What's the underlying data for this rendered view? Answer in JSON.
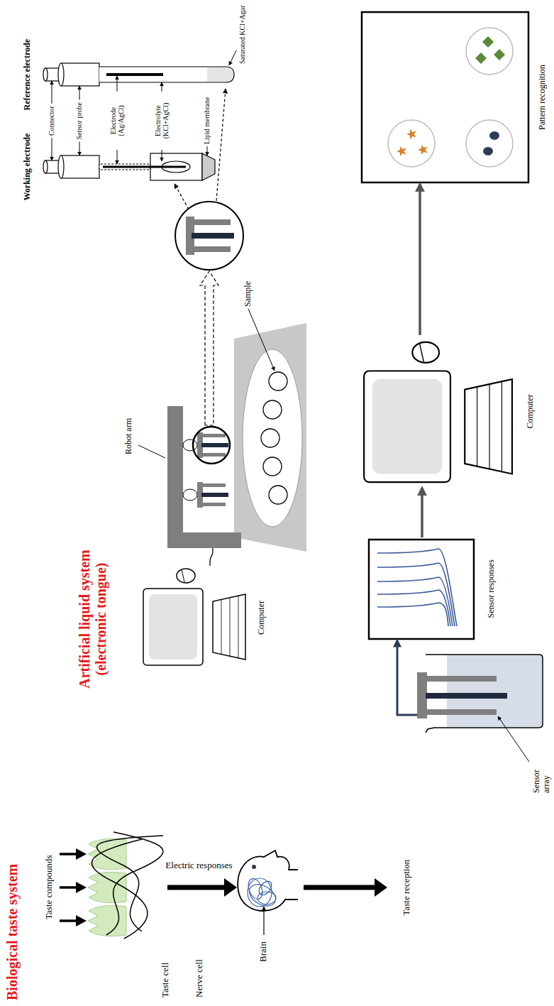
{
  "diagram": {
    "nodes": [
      {
        "text": [
          "Computer"
        ]
      },
      {
        "text": [
          "Robot arm"
        ]
      },
      {
        "text": [
          "Working electrode"
        ]
      },
      {
        "text": [
          "Reference electrode"
        ]
      },
      {
        "text": [
          "Sensor array"
        ]
      },
      {
        "text": [
          "Sensor responses"
        ]
      },
      {
        "text": [
          "Computer"
        ]
      },
      {
        "text": [
          "Pattern recognition"
        ]
      }
    ],
    "edges": [
      {
        "from": 0,
        "to": 1,
        "arrow": "none"
      },
      {
        "from": 4,
        "to": 5,
        "arrow": "to"
      },
      {
        "from": 5,
        "to": 6,
        "arrow": "to"
      },
      {
        "from": 6,
        "to": 7,
        "arrow": "to"
      }
    ],
    "labels": [
      "Biological taste system",
      "Taste compounds",
      "Taste cell",
      "Nerve cell",
      "Electric responses",
      "Brain",
      "Taste reception",
      "Artificial liquid system (electronic tongue)",
      "Connector",
      "Sensor probe",
      "Electrode (Ag/AgCl)",
      "Electrolyte (KCl+AgCl)",
      "Lipid membrane",
      "Saturated KCl+Agar",
      "Sample"
    ]
  }
}
